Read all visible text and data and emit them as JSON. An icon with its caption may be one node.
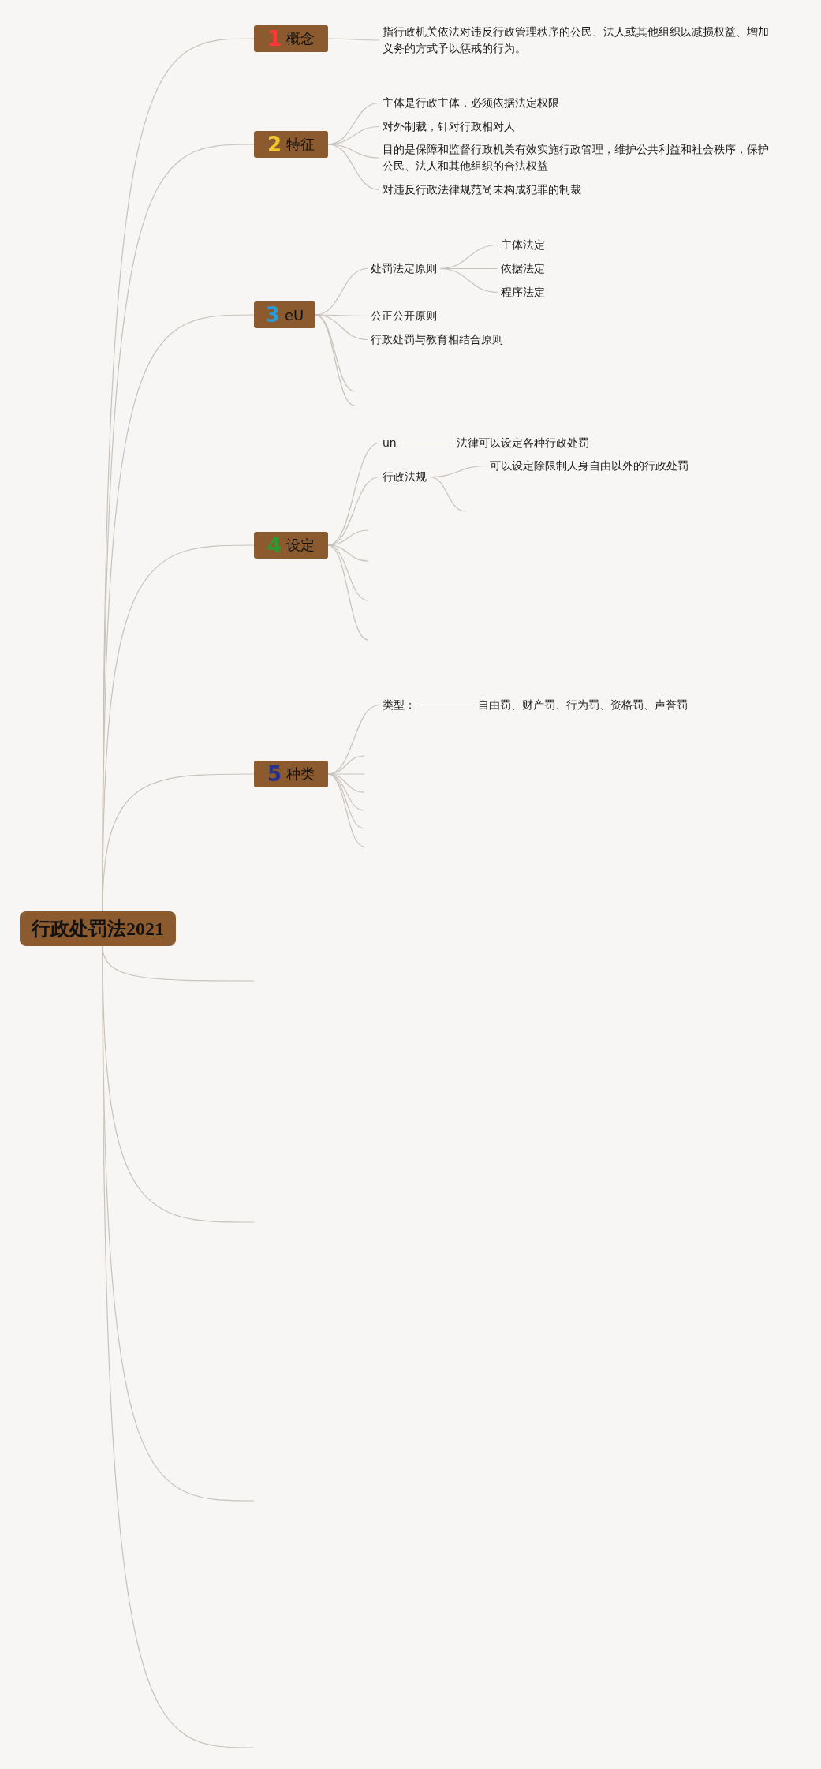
{
  "diagram": {
    "nodes": [
      {
        "text": [
          "行政处罚法2021"
        ]
      },
      {
        "text": [
          "1",
          "概念"
        ]
      },
      {
        "text": [
          "指行政机关依法对违反行政管理秩序的公民、法人或其他组织以减损权益、增加义务的方式予以惩戒的行为。"
        ]
      },
      {
        "text": [
          "2",
          "特征"
        ]
      },
      {
        "text": [
          "主体是行政主体，必须依据法定权限"
        ]
      },
      {
        "text": [
          "对外制裁，针对行政相对人"
        ]
      },
      {
        "text": [
          "目的是保障和监督行政机关有效实施行政管理，维护公共利益和社会秩序，保护公民、法人和其他组织的合法权益"
        ]
      },
      {
        "text": [
          "对违反行政法律规范尚未构成犯罪的制裁"
        ]
      },
      {
        "text": [
          "3",
          "eU"
        ]
      },
      {
        "text": [
          "处罚法定原则"
        ]
      },
      {
        "text": [
          "主体法定"
        ]
      },
      {
        "text": [
          "依据法定"
        ]
      },
      {
        "text": [
          "程序法定"
        ]
      },
      {
        "text": [
          "公正公开原则"
        ]
      },
      {
        "text": [
          "行政处罚与教育相结合原则"
        ]
      },
      {
        "text": [
          "4",
          "设定"
        ]
      },
      {
        "text": [
          "un"
        ]
      },
      {
        "text": [
          "法律可以设定各种行政处罚"
        ]
      },
      {
        "text": [
          "行政法规"
        ]
      },
      {
        "text": [
          "可以设定除限制人身自由以外的行政处罚"
        ]
      },
      {
        "text": [
          "5",
          "种类"
        ]
      },
      {
        "text": [
          "类型："
        ]
      },
      {
        "text": [
          "自由罚、财产罚、行为罚、资格罚、声誉罚"
        ]
      }
    ],
    "edges": [
      {
        "from": 0,
        "to": 1,
        "arrow": "none"
      },
      {
        "from": 1,
        "to": 2,
        "arrow": "none"
      },
      {
        "from": 0,
        "to": 3,
        "arrow": "none"
      },
      {
        "from": 3,
        "to": 4,
        "arrow": "none"
      },
      {
        "from": 3,
        "to": 5,
        "arrow": "none"
      },
      {
        "from": 3,
        "to": 6,
        "arrow": "none"
      },
      {
        "from": 3,
        "to": 7,
        "arrow": "none"
      },
      {
        "from": 0,
        "to": 8,
        "arrow": "none"
      },
      {
        "from": 8,
        "to": 9,
        "arrow": "none"
      },
      {
        "from": 9,
        "to": 10,
        "arrow": "none"
      },
      {
        "from": 9,
        "to": 11,
        "arrow": "none"
      },
      {
        "from": 9,
        "to": 12,
        "arrow": "none"
      },
      {
        "from": 8,
        "to": 13,
        "arrow": "none"
      },
      {
        "from": 8,
        "to": 14,
        "arrow": "none"
      },
      {
        "from": 8,
        "to": null,
        "arrow": "none"
      },
      {
        "from": 8,
        "to": null,
        "arrow": "none"
      },
      {
        "from": 0,
        "to": 15,
        "arrow": "none"
      },
      {
        "from": 15,
        "to": 16,
        "arrow": "none"
      },
      {
        "from": 16,
        "to": 17,
        "arrow": "none"
      },
      {
        "from": 15,
        "to": 18,
        "arrow": "none"
      },
      {
        "from": 18,
        "to": 19,
        "arrow": "none"
      },
      {
        "from": 18,
        "to": null,
        "arrow": "none"
      },
      {
        "from": 15,
        "to": null,
        "arrow": "none"
      },
      {
        "from": 15,
        "to": null,
        "arrow": "none"
      },
      {
        "from": 15,
        "to": null,
        "arrow": "none"
      },
      {
        "from": 15,
        "to": null,
        "arrow": "none"
      },
      {
        "from": 0,
        "to": 20,
        "arrow": "none"
      },
      {
        "from": 20,
        "to": 21,
        "arrow": "none"
      },
      {
        "from": 21,
        "to": 22,
        "arrow": "none"
      },
      {
        "from": 20,
        "to": null,
        "arrow": "none"
      },
      {
        "from": 20,
        "to": null,
        "arrow": "none"
      },
      {
        "from": 20,
        "to": null,
        "arrow": "none"
      },
      {
        "from": 20,
        "to": null,
        "arrow": "none"
      },
      {
        "from": 20,
        "to": null,
        "arrow": "none"
      },
      {
        "from": 20,
        "to": null,
        "arrow": "none"
      },
      {
        "from": 0,
        "to": null,
        "arrow": "none"
      },
      {
        "from": 0,
        "to": null,
        "arrow": "none"
      },
      {
        "from": 0,
        "to": null,
        "arrow": "none"
      },
      {
        "from": 0,
        "to": null,
        "arrow": "none"
      }
    ]
  }
}
